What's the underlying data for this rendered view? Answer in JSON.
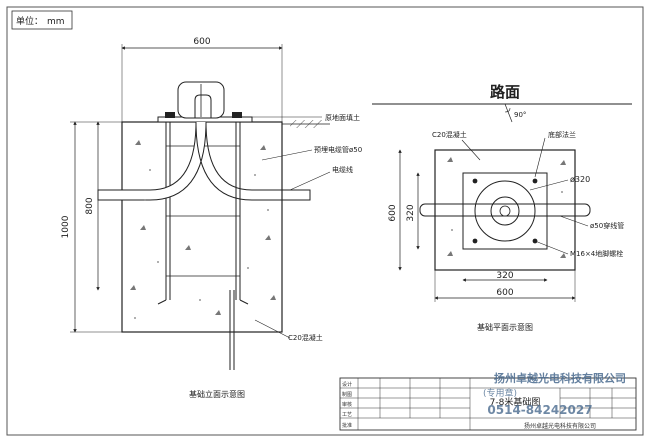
{
  "unit_box": {
    "label": "单位：",
    "value": "mm"
  },
  "section_view": {
    "dims": {
      "top_width": "600",
      "height_total": "1000",
      "height_upper": "800"
    },
    "callouts": {
      "backfill": "原地面填土",
      "pipe": "预埋电缆管ø50",
      "cable": "电缆线",
      "concrete": "C20混凝土"
    },
    "caption": "基础立面示意图"
  },
  "plan_view": {
    "road": "路面",
    "angle": "90°",
    "dims": {
      "width_outer": "600",
      "width_inner": "320",
      "height_outer": "600",
      "height_inner": "320",
      "circle_dia": "ø320"
    },
    "callouts": {
      "concrete": "C20混凝土",
      "flange": "底部法兰",
      "pipe": "ø50穿线管",
      "bolts": "M16×4地脚螺栓"
    },
    "caption": "基础平面示意图"
  },
  "title_block": {
    "company_watermark": "扬州卓越光电科技有限公司",
    "seal_text": "(专用章)",
    "phone_watermark": "0514-84242027",
    "drawing_name": "7-8米基础图",
    "company_footer": "扬州卓越光电科技有限公司",
    "rows": [
      "设计",
      "制图",
      "审核",
      "工艺",
      "批准"
    ]
  },
  "colors": {
    "line": "#222222",
    "concrete_dot": "#777777",
    "watermark": "#4a6b8f",
    "frame": "#555555"
  }
}
